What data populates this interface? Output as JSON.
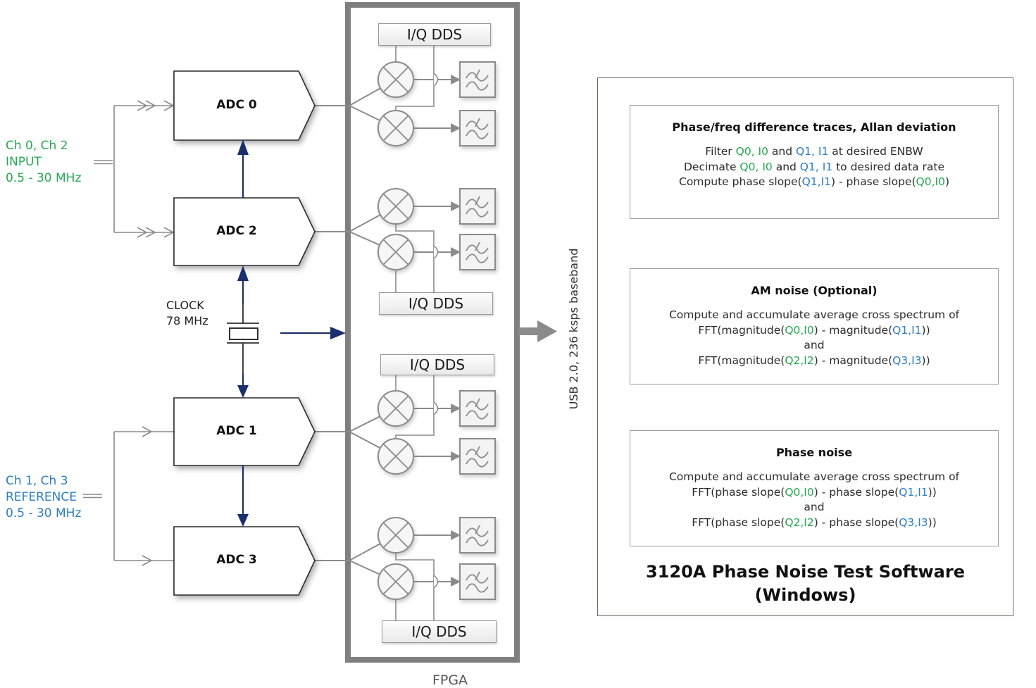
{
  "colors": {
    "green": "#28a852",
    "blue": "#2e7dc4",
    "navy": "#1b2f6e",
    "wire": "#8b8b8b",
    "fpga_border": "#7f7f7f"
  },
  "left_labels": {
    "input": {
      "line1": "Ch 0, Ch 2",
      "line2": "INPUT",
      "line3": "0.5 - 30 MHz"
    },
    "reference": {
      "line1": "Ch 1, Ch 3",
      "line2": "REFERENCE",
      "line3": "0.5 - 30 MHz"
    }
  },
  "clock": {
    "line1": "CLOCK",
    "line2": "78 MHz"
  },
  "adcs": [
    {
      "label": "ADC 0"
    },
    {
      "label": "ADC 2"
    },
    {
      "label": "ADC 1"
    },
    {
      "label": "ADC 3"
    }
  ],
  "fpga": {
    "dds_label": "I/Q DDS",
    "bottom_label": "FPGA"
  },
  "usb": {
    "label": "USB 2.0, 236 ksps baseband"
  },
  "software": {
    "title_line1": "3120A Phase Noise Test Software",
    "title_line2": "(Windows)",
    "boxes": [
      {
        "title": "Phase/freq difference traces, Allan deviation",
        "lines": [
          [
            {
              "t": "Filter ",
              "c": "default"
            },
            {
              "t": "Q0, I0",
              "c": "green"
            },
            {
              "t": " and ",
              "c": "default"
            },
            {
              "t": "Q1, I1",
              "c": "blue"
            },
            {
              "t": " at desired ENBW",
              "c": "default"
            }
          ],
          [
            {
              "t": "Decimate ",
              "c": "default"
            },
            {
              "t": "Q0, I0",
              "c": "green"
            },
            {
              "t": " and ",
              "c": "default"
            },
            {
              "t": "Q1, I1",
              "c": "blue"
            },
            {
              "t": " to desired data rate",
              "c": "default"
            }
          ],
          [
            {
              "t": "Compute phase slope(",
              "c": "default"
            },
            {
              "t": "Q1,I1",
              "c": "blue"
            },
            {
              "t": ") - phase slope(",
              "c": "default"
            },
            {
              "t": "Q0,I0",
              "c": "green"
            },
            {
              "t": ")",
              "c": "default"
            }
          ]
        ]
      },
      {
        "title": "AM noise (Optional)",
        "lines": [
          [
            {
              "t": "Compute and accumulate average cross spectrum of",
              "c": "default"
            }
          ],
          [
            {
              "t": "FFT(magnitude(",
              "c": "default"
            },
            {
              "t": "Q0,I0",
              "c": "green"
            },
            {
              "t": ") - magnitude(",
              "c": "default"
            },
            {
              "t": "Q1,I1",
              "c": "blue"
            },
            {
              "t": "))",
              "c": "default"
            }
          ],
          [
            {
              "t": "and",
              "c": "default"
            }
          ],
          [
            {
              "t": "FFT(magnitude(",
              "c": "default"
            },
            {
              "t": "Q2,I2",
              "c": "green"
            },
            {
              "t": ") - magnitude(",
              "c": "default"
            },
            {
              "t": "Q3,I3",
              "c": "blue"
            },
            {
              "t": "))",
              "c": "default"
            }
          ]
        ]
      },
      {
        "title": "Phase noise",
        "lines": [
          [
            {
              "t": "Compute and accumulate average cross spectrum of",
              "c": "default"
            }
          ],
          [
            {
              "t": "FFT(phase slope(",
              "c": "default"
            },
            {
              "t": "Q0,I0",
              "c": "green"
            },
            {
              "t": ") - phase slope(",
              "c": "default"
            },
            {
              "t": "Q1,I1",
              "c": "blue"
            },
            {
              "t": "))",
              "c": "default"
            }
          ],
          [
            {
              "t": "and",
              "c": "default"
            }
          ],
          [
            {
              "t": "FFT(phase slope(",
              "c": "default"
            },
            {
              "t": "Q2,I2",
              "c": "green"
            },
            {
              "t": ") - phase slope(",
              "c": "default"
            },
            {
              "t": "Q3,I3",
              "c": "blue"
            },
            {
              "t": "))",
              "c": "default"
            }
          ]
        ]
      }
    ]
  }
}
